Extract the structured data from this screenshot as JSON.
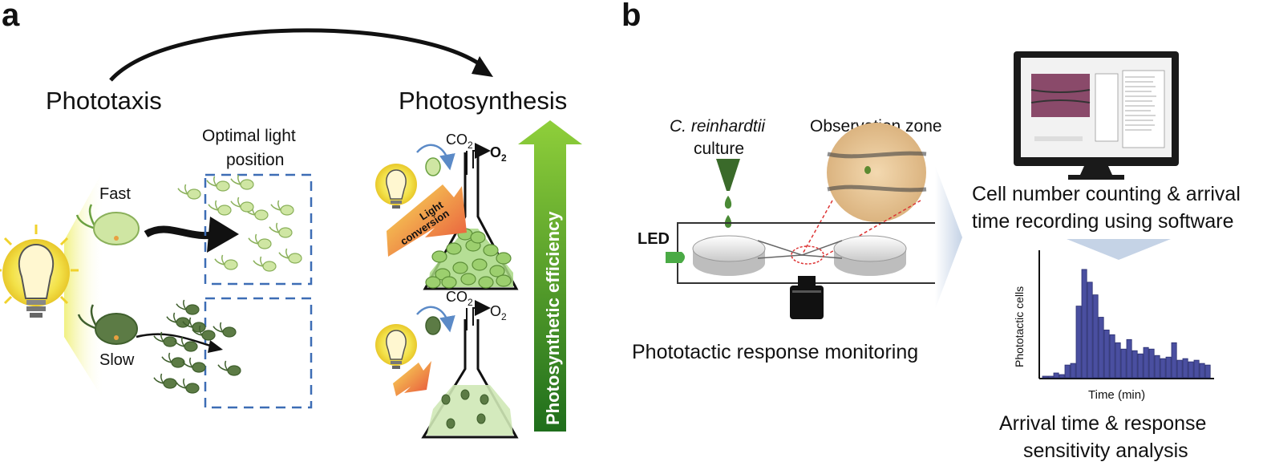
{
  "panel_a": {
    "label": "a",
    "left_title": "Phototaxis",
    "right_title": "Photosynthesis",
    "optimal_line1": "Optimal light",
    "optimal_line2": "position",
    "fast": "Fast",
    "slow": "Slow",
    "co2_top": "CO",
    "co2_top_sub": "2",
    "o2_top": "O",
    "o2_top_sub": "2",
    "co2_bottom": "CO",
    "co2_bottom_sub": "2",
    "o2_bottom": "O",
    "o2_bottom_sub": "2",
    "light_conv_1": "Light",
    "light_conv_2": "conversion",
    "efficiency": "Photosynthetic efficiency"
  },
  "panel_b": {
    "label": "b",
    "culture_italic": "C. reinhardtii",
    "culture_line2": "culture",
    "observation": "Observation zone",
    "led": "LED",
    "monitoring": "Phototactic response monitoring",
    "software_1": "Cell number counting & arrival",
    "software_2": "time recording using software",
    "analysis_1": "Arrival time & response",
    "analysis_2": "sensitivity analysis"
  },
  "chart_data": {
    "type": "bar",
    "xlabel": "Time (min)",
    "ylabel": "Phototactic cells",
    "values": [
      1,
      1,
      3,
      2,
      8,
      9,
      45,
      68,
      60,
      52,
      38,
      30,
      27,
      22,
      18,
      24,
      17,
      15,
      19,
      18,
      14,
      12,
      13,
      22,
      11,
      12,
      10,
      11,
      9,
      8
    ],
    "ylim": [
      0,
      80
    ],
    "color": "#4a4fa0"
  },
  "colors": {
    "fast_cell": "#cfe6a3",
    "slow_cell": "#5c7b45",
    "gradient_dark": "#1f6e1c",
    "gradient_light": "#8fcf3a",
    "dashed_box": "#3d6db5",
    "arrow_light": "#c5d3e6"
  }
}
